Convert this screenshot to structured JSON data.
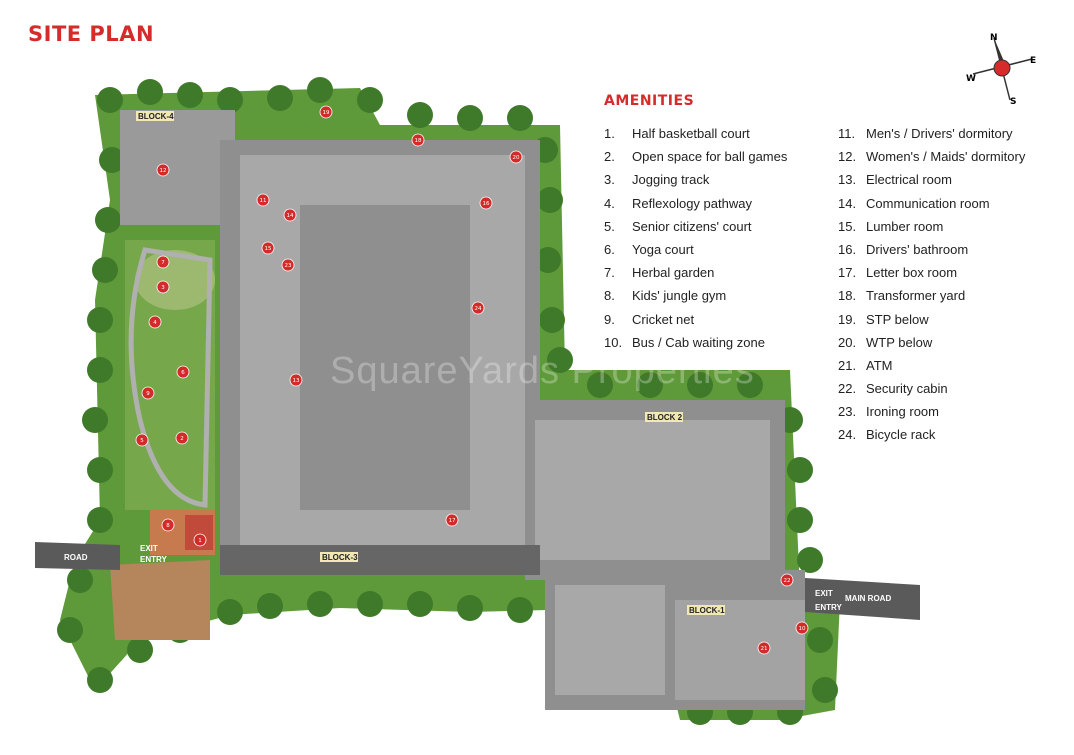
{
  "title": "SITE PLAN",
  "amenities_title": "AMENITIES",
  "amenities": [
    {
      "num": "1.",
      "label": "Half basketball court"
    },
    {
      "num": "2.",
      "label": "Open space for ball games"
    },
    {
      "num": "3.",
      "label": "Jogging track"
    },
    {
      "num": "4.",
      "label": "Reflexology pathway"
    },
    {
      "num": "5.",
      "label": "Senior citizens' court"
    },
    {
      "num": "6.",
      "label": "Yoga court"
    },
    {
      "num": "7.",
      "label": "Herbal garden"
    },
    {
      "num": "8.",
      "label": "Kids' jungle gym"
    },
    {
      "num": "9.",
      "label": "Cricket net"
    },
    {
      "num": "10.",
      "label": "Bus / Cab waiting zone"
    },
    {
      "num": "11.",
      "label": "Men's / Drivers' dormitory"
    },
    {
      "num": "12.",
      "label": "Women's / Maids' dormitory"
    },
    {
      "num": "13.",
      "label": "Electrical room"
    },
    {
      "num": "14.",
      "label": "Communication room"
    },
    {
      "num": "15.",
      "label": "Lumber room"
    },
    {
      "num": "16.",
      "label": "Drivers' bathroom"
    },
    {
      "num": "17.",
      "label": "Letter box room"
    },
    {
      "num": "18.",
      "label": "Transformer yard"
    },
    {
      "num": "19.",
      "label": "STP below"
    },
    {
      "num": "20.",
      "label": "WTP below"
    },
    {
      "num": "21.",
      "label": "ATM"
    },
    {
      "num": "22.",
      "label": "Security cabin"
    },
    {
      "num": "23.",
      "label": "Ironing room"
    },
    {
      "num": "24.",
      "label": "Bicycle rack"
    }
  ],
  "compass": {
    "n": "N",
    "e": "E",
    "s": "S",
    "w": "W"
  },
  "map_labels": {
    "block1": "BLOCK-1",
    "block2": "BLOCK 2",
    "block3": "BLOCK-3",
    "block4": "BLOCK-4",
    "road": "ROAD",
    "main_road": "MAIN ROAD",
    "exit_left": "EXIT",
    "entry_left": "ENTRY",
    "exit_right": "EXIT",
    "entry_right": "ENTRY"
  },
  "watermark": "SquareYards Properties",
  "markers": [
    "1",
    "2",
    "3",
    "4",
    "5",
    "6",
    "7",
    "8",
    "9",
    "10",
    "11",
    "12",
    "13",
    "14",
    "15",
    "16",
    "17",
    "18",
    "19",
    "20",
    "21",
    "22",
    "23",
    "24"
  ],
  "colors": {
    "accent": "#d62b2b",
    "marker": "#d42a2a",
    "greenery": "#5f9a3a",
    "paving": "#8c8c8c",
    "road": "#5a5a5a"
  }
}
